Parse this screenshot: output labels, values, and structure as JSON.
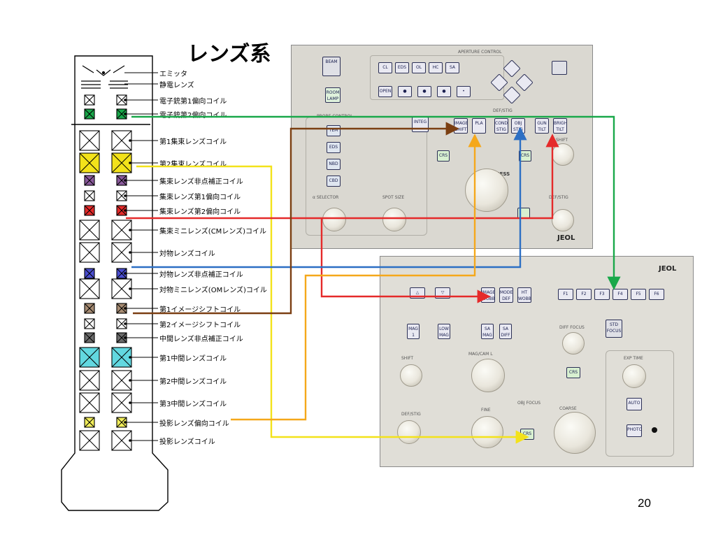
{
  "slide": {
    "title": "レンズ系",
    "page_number": "20"
  },
  "coils": [
    {
      "label": "エミッタ"
    },
    {
      "label": "静電レンズ"
    },
    {
      "label": "電子銃第1偏向コイル"
    },
    {
      "label": "電子銃第2偏向コイル"
    },
    {
      "label": "第1集束レンズコイル"
    },
    {
      "label": "第2集束レンズコイル"
    },
    {
      "label": "集束レンズ非点補正コイル"
    },
    {
      "label": "集束レンズ第1偏向コイル"
    },
    {
      "label": "集束レンズ第2偏向コイル"
    },
    {
      "label": "集束ミニレンズ(CMレンズ)コイル"
    },
    {
      "label": "対物レンズコイル"
    },
    {
      "label": "対物レンズ非点補正コイル"
    },
    {
      "label": "対物ミニレンズ(OMレンズ)コイル"
    },
    {
      "label": "第1イメージシフトコイル"
    },
    {
      "label": "第2イメージシフトコイル"
    },
    {
      "label": "中間レンズ非点補正コイル"
    },
    {
      "label": "第1中間レンズコイル"
    },
    {
      "label": "第2中間レンズコイル"
    },
    {
      "label": "第3中間レンズコイル"
    },
    {
      "label": "投影レンズ偏向コイル"
    },
    {
      "label": "投影レンズコイル"
    }
  ],
  "colors": {
    "green": "#19a84a",
    "yellow": "#f3e21a",
    "purple": "#8a5a9c",
    "red": "#e52a2a",
    "blue": "#2c6fc4",
    "indigo": "#4a4ed1",
    "brown": "#7b3f12",
    "tan": "#a78c73",
    "dark": "#6b6b6b",
    "cyan": "#62d8e0",
    "orange": "#f5a81b",
    "light_yellow": "#f2ee5a"
  },
  "top_panel": {
    "brand": "JEOL",
    "aperture_control_label": "APERTURE CONTROL",
    "probe_control_label": "PROBE CONTROL",
    "def_stig_label": "DEF/STIG",
    "beam_button": "BEAM",
    "room_lamp_button": "ROOM LAMP",
    "aperture_buttons": [
      "CL",
      "EDS",
      "OL",
      "HC",
      "SA"
    ],
    "open_button": "OPEN",
    "probe_buttons": [
      "TEM",
      "EDS",
      "NBD",
      "CBD"
    ],
    "def_buttons": [
      "INTEG",
      "IMAGE SHIFT",
      "PLA",
      "COND STIG",
      "OBJ STIG",
      "GUN TILT",
      "BRIGHT TILT"
    ],
    "crs_button": "CRS",
    "brightness_label": "BRIGHTNESS",
    "shift_label": "SHIFT",
    "def_stig_knob_label": "DEF/STIG",
    "alpha_selector_label": "α SELECTOR",
    "spot_size_label": "SPOT SIZE"
  },
  "bottom_panel": {
    "brand": "JEOL",
    "f_buttons": [
      "F1",
      "F2",
      "F3",
      "F4",
      "F5",
      "F6"
    ],
    "ht_buttons": [
      "IMAGE WOBB",
      "MODE DEF",
      "HT WOBB"
    ],
    "mag_buttons": [
      "MAG 1",
      "LOW MAG",
      "SA MAG",
      "SA DIFF"
    ],
    "std_focus_button": "STD FOCUS",
    "shift_label": "SHIFT",
    "mag_cam_label": "MAG/CAM L",
    "diff_focus_label": "DIFF FOCUS",
    "crs_button": "CRS",
    "exp_time_label": "EXP TIME",
    "auto_button": "AUTO",
    "photo_button": "PHOTO",
    "def_stig_label": "DEF/STIG",
    "fine_label": "FINE",
    "obj_focus_label": "OBJ FOCUS",
    "coarse_label": "COARSE",
    "fine_crs_button": "CRS"
  }
}
